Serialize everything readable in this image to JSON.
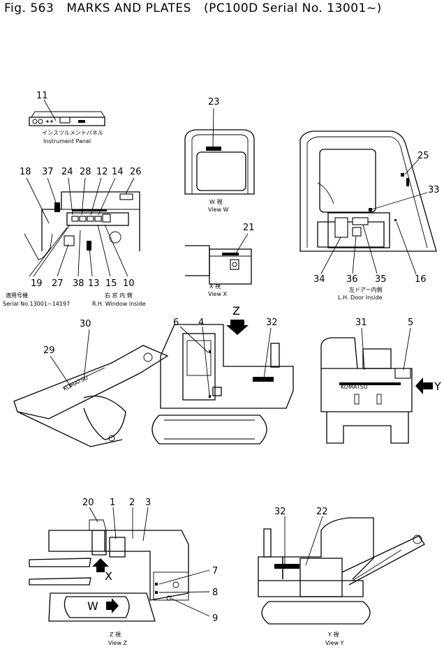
{
  "header": {
    "fig": "Fig. 563",
    "title": "MARKS AND PLATES",
    "serial": "(PC100D Serial No. 13001~)"
  },
  "captions": {
    "instrument_panel_jp": "インスツルメントパネル",
    "instrument_panel": "Instrument Panel",
    "view_w_jp": "W 視",
    "view_w": "View W",
    "view_x_jp": "X 視",
    "view_x": "View X",
    "serial_jp": "適用号機",
    "serial_range": "Serial No.13001~14197",
    "rh_window_jp": "右 窓 内 側",
    "rh_window": "R.H. Window Inside",
    "lh_door_jp": "左ドアー内側",
    "lh_door": "L.H. Door Inside",
    "view_z_jp": "Z 視",
    "view_z": "View Z",
    "view_y_jp": "Y 視",
    "view_y": "View Y"
  },
  "letters": {
    "z": "Z",
    "y": "Y",
    "x": "X",
    "w": "W"
  },
  "brand": "KOMATSU",
  "callouts": {
    "n1": "1",
    "n2": "2",
    "n3": "3",
    "n4": "4",
    "n5": "5",
    "n6": "6",
    "n7": "7",
    "n8": "8",
    "n9": "9",
    "n10": "10",
    "n11": "11",
    "n12": "12",
    "n13": "13",
    "n14": "14",
    "n15": "15",
    "n16": "16",
    "n18": "18",
    "n19": "19",
    "n20": "20",
    "n21": "21",
    "n22": "22",
    "n23": "23",
    "n24": "24",
    "n25": "25",
    "n26": "26",
    "n27": "27",
    "n28": "28",
    "n29": "29",
    "n30": "30",
    "n31": "31",
    "n32": "32",
    "n33": "33",
    "n34": "34",
    "n35": "35",
    "n36": "36",
    "n37": "37",
    "n38": "38"
  }
}
